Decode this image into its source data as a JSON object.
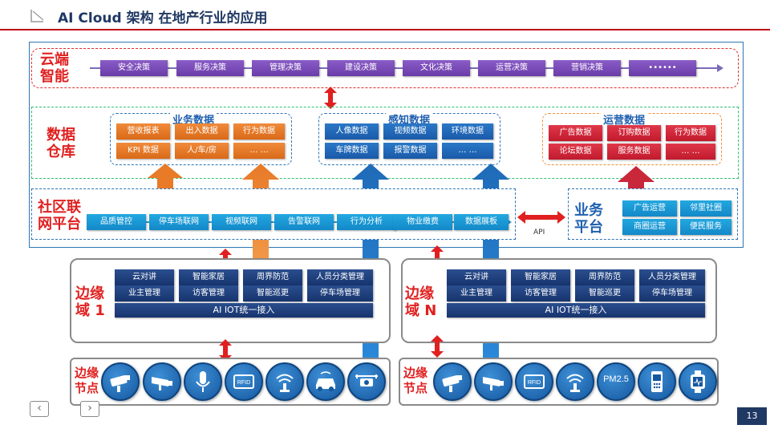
{
  "title": "AI Cloud 架构 在地产行业的应用",
  "page_number": "13",
  "colors": {
    "accent_red": "#e02020",
    "brand_navy": "#1f3864",
    "purple": "#7a4cb8",
    "orange": "#e87a28",
    "blue": "#1f6bb8",
    "red": "#d02a3a",
    "teal": "#1b98d8"
  },
  "cloud": {
    "label": "云端智能",
    "items": [
      "安全决策",
      "服务决策",
      "管理决策",
      "建设决策",
      "文化决策",
      "运营决策",
      "营销决策",
      "••••••"
    ]
  },
  "data_warehouse": {
    "label": "数据仓库",
    "business": {
      "title": "业务数据",
      "items": [
        "营收报表",
        "出入数据",
        "行为数据",
        "KPI 数据",
        "人/车/房",
        "…  …"
      ]
    },
    "perception": {
      "title": "感知数据",
      "items": [
        "人像数据",
        "视频数据",
        "环境数据",
        "车牌数据",
        "报警数据",
        "…  …"
      ]
    },
    "operation": {
      "title": "运营数据",
      "items": [
        "广告数据",
        "订购数据",
        "行为数据",
        "论坛数据",
        "服务数据",
        "…  …"
      ]
    }
  },
  "community": {
    "label": "社区联网平台",
    "items": [
      "品质管控",
      "停车场联网",
      "视频联网",
      "告警联网",
      "行为分析",
      "物业缴费",
      "数据展板"
    ]
  },
  "api_label": "API",
  "business_platform": {
    "label": "业务平台",
    "items": [
      "广告运营",
      "邻里社圈",
      "商圈运营",
      "便民服务"
    ]
  },
  "edge1": {
    "label": "边缘域 1",
    "row1": [
      "云对讲",
      "智能家居",
      "周界防范",
      "人员分类管理"
    ],
    "row2": [
      "业主管理",
      "访客管理",
      "智能巡更",
      "停车场管理"
    ],
    "bar": "AI IOT统一接入"
  },
  "edgeN": {
    "label": "边缘域 N",
    "row1": [
      "云对讲",
      "智能家居",
      "周界防范",
      "人员分类管理"
    ],
    "row2": [
      "业主管理",
      "访客管理",
      "智能巡更",
      "停车场管理"
    ],
    "bar": "AI IOT统一接入"
  },
  "node1": {
    "label": "边缘节点",
    "icons": [
      "bullet-camera-icon",
      "box-camera-icon",
      "microphone-icon",
      "rfid-reader-icon",
      "wifi-sensor-icon",
      "car-icon",
      "drone-camera-icon"
    ],
    "rfid_text": "RFID"
  },
  "nodeN": {
    "label": "边缘节点",
    "icons": [
      "bullet-camera-icon",
      "box-camera-icon",
      "rfid-reader-icon",
      "wifi-sensor-icon",
      "pm25-sensor-icon",
      "mobile-phone-icon",
      "smartwatch-icon"
    ],
    "rfid_text": "RFID",
    "pm_text": "PM2.5"
  }
}
